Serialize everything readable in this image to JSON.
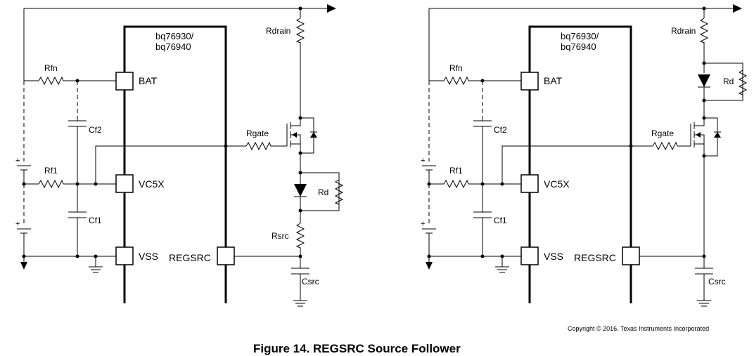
{
  "chip_name": [
    "bq76930/",
    "bq76940"
  ],
  "pins": {
    "bat": "BAT",
    "vc5x": "VC5X",
    "vss": "VSS",
    "regsrc": "REGSRC"
  },
  "components": {
    "rfn": "Rfn",
    "rf1": "Rf1",
    "cf2": "Cf2",
    "cf1": "Cf1",
    "rdrain": "Rdrain",
    "rgate": "Rgate",
    "rd": "Rd",
    "rsrc": "Rsrc",
    "csrc": "Csrc"
  },
  "polarity": "+",
  "copyright": "Copyright © 2016, Texas Instruments Incorporated",
  "caption": "Figure 14. REGSRC Source Follower"
}
